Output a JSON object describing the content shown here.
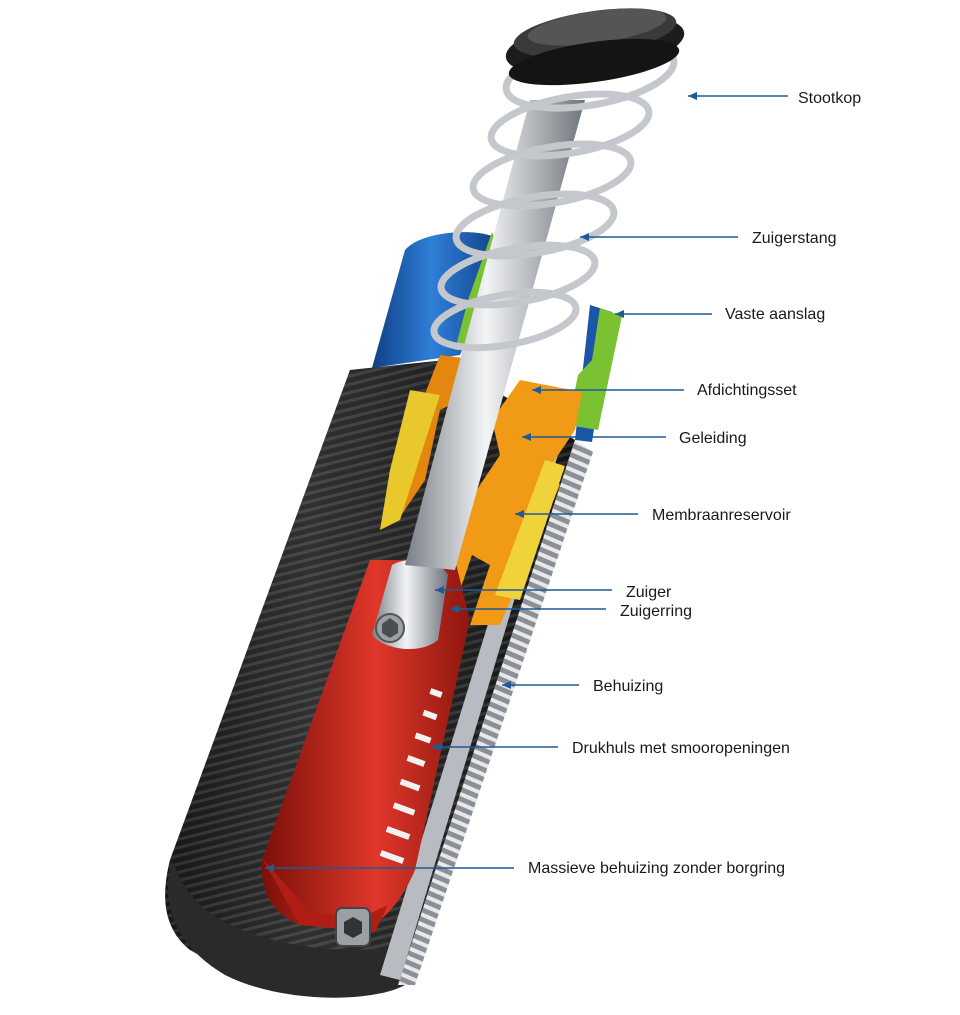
{
  "diagram": {
    "labels": [
      "Stootkop",
      "Zuigerstang",
      "Vaste aanslag",
      "Afdichtingsset",
      "Geleiding",
      "Membraanreservoir",
      "Zuiger",
      "Zuigerring",
      "Behuizing",
      "Drukhuls met smooropeningen",
      "Massieve behuizing zonder borgring"
    ],
    "colors": {
      "leader": "#1f5a96",
      "housing_thread": "#2c2c2c",
      "blue_cap": "#1f62b8",
      "green_stop": "#7ac232",
      "orange_guide": "#f09a16",
      "yellow_reservoir": "#f0d23a",
      "red_sleeve": "#c8261c",
      "steel": "#b8bcc2"
    }
  }
}
